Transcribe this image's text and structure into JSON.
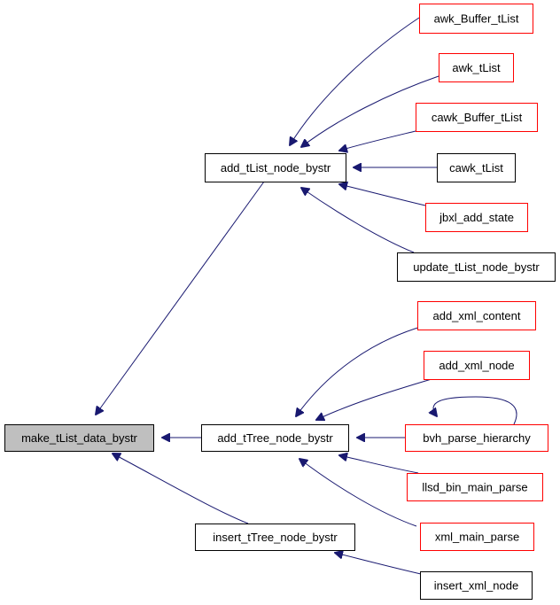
{
  "colors": {
    "edge": "#191970",
    "root_fill": "#bfbfbf",
    "node_stroke": "#000000",
    "truncated_stroke": "#ff0000",
    "background": "#ffffff"
  },
  "nodes": [
    {
      "id": "make_tList_data_bystr",
      "label": "make_tList_data_bystr",
      "style": "root"
    },
    {
      "id": "add_tList_node_bystr",
      "label": "add_tList_node_bystr",
      "style": "normal"
    },
    {
      "id": "add_tTree_node_bystr",
      "label": "add_tTree_node_bystr",
      "style": "normal"
    },
    {
      "id": "insert_tTree_node_bystr",
      "label": "insert_tTree_node_bystr",
      "style": "normal"
    },
    {
      "id": "awk_Buffer_tList",
      "label": "awk_Buffer_tList",
      "style": "truncated"
    },
    {
      "id": "awk_tList",
      "label": "awk_tList",
      "style": "truncated"
    },
    {
      "id": "cawk_Buffer_tList",
      "label": "cawk_Buffer_tList",
      "style": "truncated"
    },
    {
      "id": "cawk_tList",
      "label": "cawk_tList",
      "style": "normal"
    },
    {
      "id": "jbxl_add_state",
      "label": "jbxl_add_state",
      "style": "truncated"
    },
    {
      "id": "update_tList_node_bystr",
      "label": "update_tList_node_bystr",
      "style": "normal"
    },
    {
      "id": "add_xml_content",
      "label": "add_xml_content",
      "style": "truncated"
    },
    {
      "id": "add_xml_node",
      "label": "add_xml_node",
      "style": "truncated"
    },
    {
      "id": "bvh_parse_hierarchy",
      "label": "bvh_parse_hierarchy",
      "style": "truncated"
    },
    {
      "id": "llsd_bin_main_parse",
      "label": "llsd_bin_main_parse",
      "style": "truncated"
    },
    {
      "id": "xml_main_parse",
      "label": "xml_main_parse",
      "style": "truncated"
    },
    {
      "id": "insert_xml_node",
      "label": "insert_xml_node",
      "style": "normal"
    }
  ],
  "edges": [
    {
      "from": "add_tList_node_bystr",
      "to": "make_tList_data_bystr"
    },
    {
      "from": "add_tTree_node_bystr",
      "to": "make_tList_data_bystr"
    },
    {
      "from": "insert_tTree_node_bystr",
      "to": "make_tList_data_bystr"
    },
    {
      "from": "awk_Buffer_tList",
      "to": "add_tList_node_bystr"
    },
    {
      "from": "awk_tList",
      "to": "add_tList_node_bystr"
    },
    {
      "from": "cawk_Buffer_tList",
      "to": "add_tList_node_bystr"
    },
    {
      "from": "cawk_tList",
      "to": "add_tList_node_bystr"
    },
    {
      "from": "jbxl_add_state",
      "to": "add_tList_node_bystr"
    },
    {
      "from": "update_tList_node_bystr",
      "to": "add_tList_node_bystr"
    },
    {
      "from": "add_xml_content",
      "to": "add_tTree_node_bystr"
    },
    {
      "from": "add_xml_node",
      "to": "add_tTree_node_bystr"
    },
    {
      "from": "bvh_parse_hierarchy",
      "to": "add_tTree_node_bystr"
    },
    {
      "from": "bvh_parse_hierarchy",
      "to": "bvh_parse_hierarchy"
    },
    {
      "from": "llsd_bin_main_parse",
      "to": "add_tTree_node_bystr"
    },
    {
      "from": "xml_main_parse",
      "to": "add_tTree_node_bystr"
    },
    {
      "from": "insert_xml_node",
      "to": "insert_tTree_node_bystr"
    }
  ]
}
